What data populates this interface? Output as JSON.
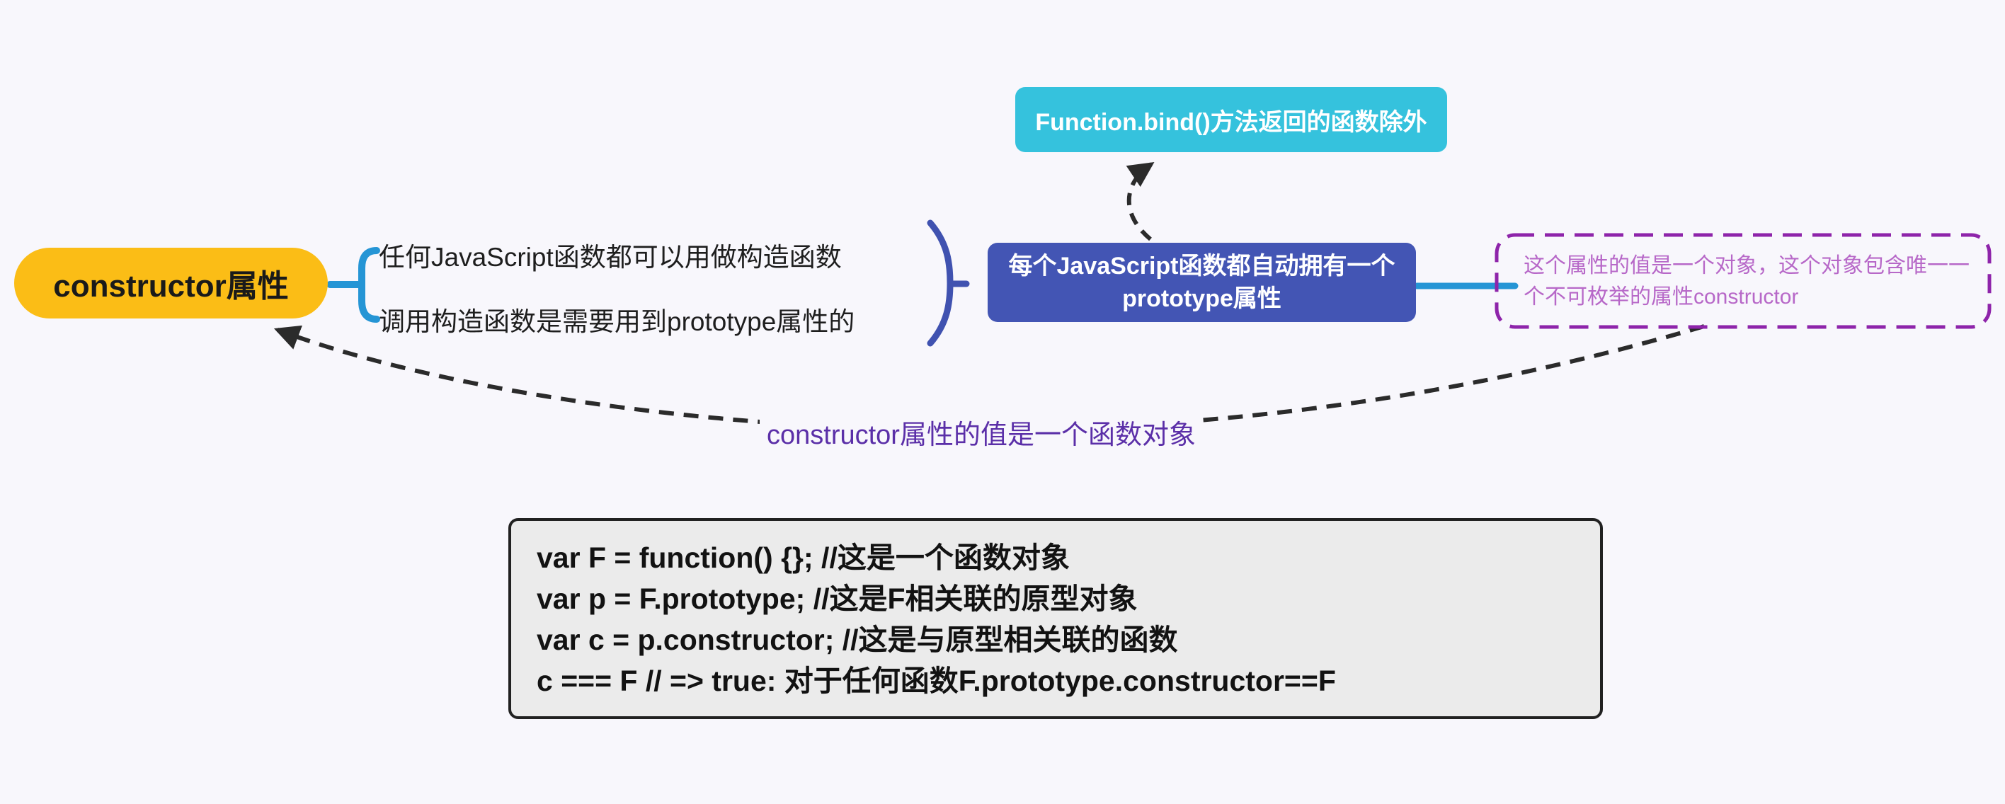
{
  "canvas": {
    "bg": "#f8f7fc"
  },
  "root_node": {
    "label": "constructor属性",
    "bg": "#fbbd16",
    "text_color": "#1a1a1a"
  },
  "branches": {
    "items": [
      "任何JavaScript函数都可以用做构造函数",
      "调用构造函数是需要用到prototype属性的"
    ]
  },
  "prototype_node": {
    "lines": [
      "每个JavaScript函数都自动拥有一个",
      "prototype属性"
    ],
    "bg": "#4355b4",
    "text_color": "#ffffff"
  },
  "bind_exception_node": {
    "label": "Function.bind()方法返回的函数除外",
    "bg": "#35c2dd",
    "text_color": "#ffffff"
  },
  "note_node": {
    "lines": [
      "这个属性的值是一个对象，这个对象包含唯一一",
      "个不可枚举的属性constructor"
    ],
    "border_color": "#8e24aa",
    "text_color": "#b768c8"
  },
  "edge_label": {
    "text": "constructor属性的值是一个函数对象",
    "color": "#5b2fa8"
  },
  "code_block": {
    "bg": "#ebebeb",
    "border_color": "#212121",
    "lines": [
      "var F = function() {};  //这是一个函数对象",
      "var p = F.prototype;  //这是F相关联的原型对象",
      "var c = p.constructor;  //这是与原型相关联的函数",
      "c === F  // => true:  对于任何函数F.prototype.constructor==F"
    ]
  },
  "connector_colors": {
    "blue": "#2595d5",
    "indigo": "#4052b0",
    "dash": "#2b2b2b"
  }
}
